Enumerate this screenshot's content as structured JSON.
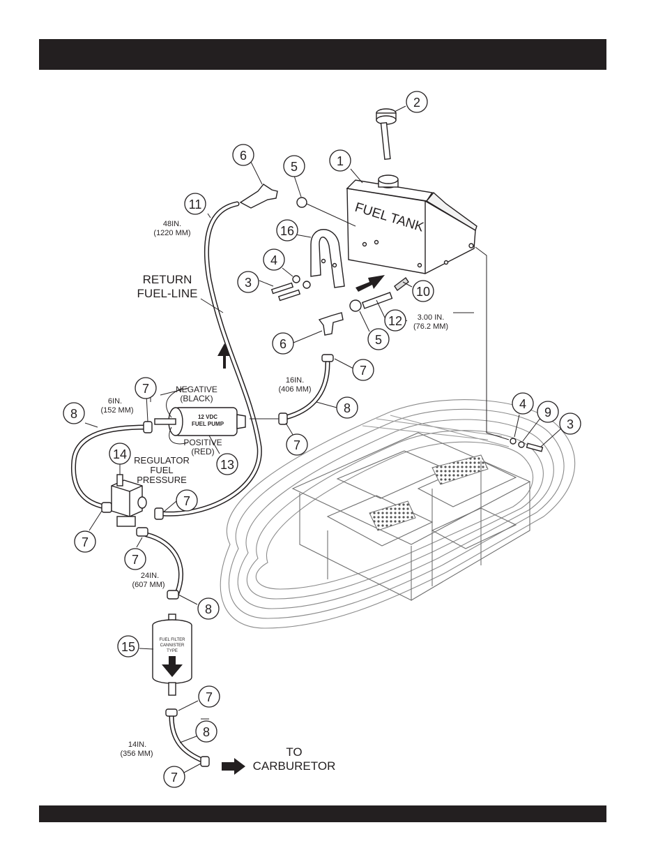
{
  "header": {
    "text": ""
  },
  "footer": {
    "text": ""
  },
  "labels": {
    "fuel_tank": "FUEL TANK",
    "return_fuel_line": [
      "RETURN",
      "FUEL-LINE"
    ],
    "hose_48": [
      "48IN.",
      "(1220 MM)"
    ],
    "dim_300": [
      "3.00 IN.",
      "(76.2 MM)"
    ],
    "hose_16": [
      "16IN.",
      "(406 MM)"
    ],
    "hose_6": [
      "6IN.",
      "(152 MM)"
    ],
    "negative": [
      "NEGATIVE",
      "(BLACK)"
    ],
    "positive": [
      "POSITIVE",
      "(RED)"
    ],
    "pump": [
      "12 VDC",
      "FUEL PUMP"
    ],
    "regulator": [
      "REGULATOR",
      "FUEL",
      "PRESSURE"
    ],
    "hose_24": [
      "24IN.",
      "(607 MM)"
    ],
    "filter": [
      "FUEL FILTER",
      "CANNISTER",
      "TYPE"
    ],
    "hose_14": [
      "14IN.",
      "(356 MM)"
    ],
    "to_carburetor": [
      "TO",
      "CARBURETOR"
    ]
  },
  "callouts": [
    "1",
    "2",
    "3",
    "3",
    "4",
    "4",
    "5",
    "5",
    "6",
    "6",
    "7",
    "7",
    "7",
    "7",
    "7",
    "7",
    "7",
    "7",
    "8",
    "8",
    "8",
    "8",
    "9",
    "10",
    "11",
    "12",
    "13",
    "14",
    "15",
    "16"
  ]
}
